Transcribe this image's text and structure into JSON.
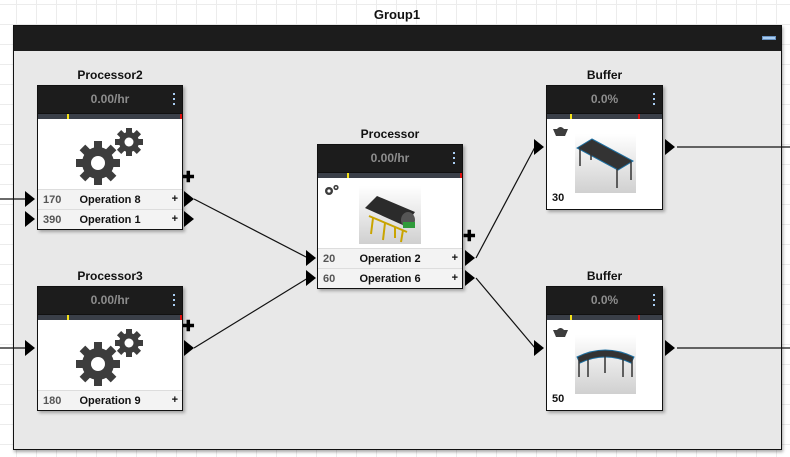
{
  "group": {
    "title": "Group1",
    "collapse_icon": "minus-icon"
  },
  "nodes": {
    "processor2": {
      "label": "Processor2",
      "rate": "0.00/hr",
      "icon": "gears-icon",
      "operations": [
        {
          "qty": "170",
          "name": "Operation 8",
          "add": "+"
        },
        {
          "qty": "390",
          "name": "Operation 1",
          "add": "+"
        }
      ]
    },
    "processor3": {
      "label": "Processor3",
      "rate": "0.00/hr",
      "icon": "gears-icon",
      "operations": [
        {
          "qty": "180",
          "name": "Operation 9",
          "add": "+"
        }
      ]
    },
    "processor": {
      "label": "Processor",
      "rate": "0.00/hr",
      "icon": "drum-machine-thumbnail",
      "operations": [
        {
          "qty": "20",
          "name": "Operation 2",
          "add": "+"
        },
        {
          "qty": "60",
          "name": "Operation 6",
          "add": "+"
        }
      ]
    },
    "buffer_top": {
      "label": "Buffer",
      "utilization": "0.0%",
      "capacity": "30",
      "icon": "straight-conveyor-thumbnail"
    },
    "buffer_bottom": {
      "label": "Buffer",
      "utilization": "0.0%",
      "capacity": "50",
      "icon": "curved-conveyor-thumbnail"
    }
  },
  "port_add_symbol": "✚",
  "colors": {
    "header": "#1c1c1c",
    "group_bg": "#e8e8e8",
    "meter_warn": "#f5e31a",
    "meter_alert": "#e01010",
    "kebab": "#a9cdf2"
  }
}
